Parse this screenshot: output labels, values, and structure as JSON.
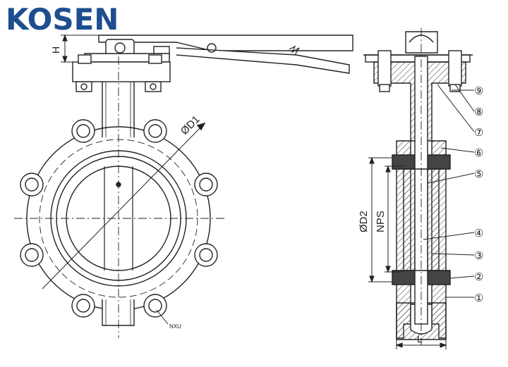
{
  "brand": {
    "name": "KOSEN",
    "color": "#1d4e8f"
  },
  "dimension_labels": {
    "height": "H",
    "body_diameter": "ØD1",
    "seat_diameter": "ØD2",
    "nominal_size": "NPS",
    "length": "L",
    "bolt_holes": "NXU"
  },
  "part_numbers": [
    "①",
    "②",
    "③",
    "④",
    "⑤",
    "⑥",
    "⑦",
    "⑧",
    "⑨"
  ],
  "colors": {
    "line": "#222222",
    "rubber": "#444444",
    "hatch": "#555555"
  }
}
